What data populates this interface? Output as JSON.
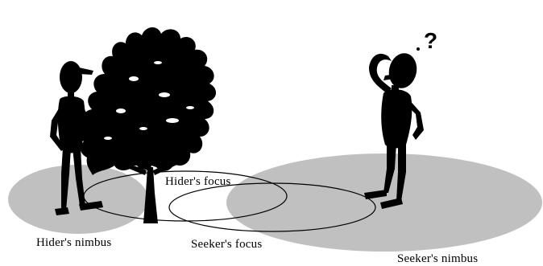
{
  "diagram": {
    "labels": {
      "hider_focus": "Hider's focus",
      "hider_nimbus": "Hider's nimbus",
      "seeker_focus": "Seeker's focus",
      "seeker_nimbus": "Seeker's nimbus"
    },
    "question_glyph": "?",
    "colors": {
      "nimbus_fill": "#c0c0c0",
      "figure_fill": "#000000",
      "focus_stroke": "#000000",
      "background": "#ffffff"
    },
    "elements": {
      "tree": "tree-icon",
      "hider": "hider-figure-icon",
      "seeker": "seeker-figure-icon"
    }
  }
}
